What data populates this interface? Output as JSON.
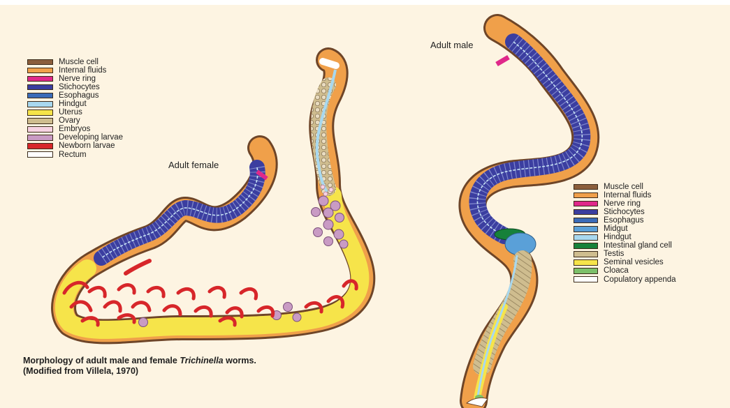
{
  "female_legend": [
    {
      "label": "Muscle cell",
      "color": "#8b5e3c"
    },
    {
      "label": "Internal fluids",
      "color": "#f0a04a"
    },
    {
      "label": "Nerve ring",
      "color": "#e0288a"
    },
    {
      "label": "Stichocytes",
      "color": "#3b3ea0"
    },
    {
      "label": "Esophagus",
      "color": "#3a6bb8"
    },
    {
      "label": "Hindgut",
      "color": "#a8d8ef"
    },
    {
      "label": "Uterus",
      "color": "#f6e44a"
    },
    {
      "label": "Ovary",
      "color": "#cfbd8f"
    },
    {
      "label": "Embryos",
      "color": "#f7d3e3"
    },
    {
      "label": "Developing larvae",
      "color": "#c99bc4"
    },
    {
      "label": "Newborn larvae",
      "color": "#d7262a"
    },
    {
      "label": "Rectum",
      "color": "#ffffff"
    }
  ],
  "male_legend": [
    {
      "label": "Muscle cell",
      "color": "#8b5e3c"
    },
    {
      "label": "Internal fluids",
      "color": "#f0a04a"
    },
    {
      "label": "Nerve ring",
      "color": "#e0288a"
    },
    {
      "label": "Stichocytes",
      "color": "#3b3ea0"
    },
    {
      "label": "Esophagus",
      "color": "#3a6bb8"
    },
    {
      "label": "Midgut",
      "color": "#5aa0d8"
    },
    {
      "label": "Hindgut",
      "color": "#a8d8ef"
    },
    {
      "label": "Intestinal gland cell",
      "color": "#16813a"
    },
    {
      "label": "Testis",
      "color": "#cfbd8f"
    },
    {
      "label": "Seminal vesicles",
      "color": "#f6e44a"
    },
    {
      "label": "Cloaca",
      "color": "#7cc06a"
    },
    {
      "label": "Copulatory appenda",
      "color": "#ffffff"
    }
  ],
  "labels": {
    "female": "Adult female",
    "male": "Adult male"
  },
  "caption": {
    "line1_before": "Morphology of adult male and female ",
    "line1_genus": "Trichinella",
    "line1_after": " worms.",
    "line2": "(Modified from Villela, 1970)"
  },
  "colors": {
    "background": "#fdf4e2",
    "muscle_outline": "#6e4528",
    "internal_fluids": "#f0a04a",
    "stichocytes": "#3b3ea0",
    "esophagus": "#3a6bb8",
    "hindgut": "#a8d8ef",
    "uterus": "#f6e44a",
    "ovary": "#cfbd8f",
    "developing_larvae": "#c99bc4",
    "newborn_larvae": "#d7262a",
    "nerve_ring": "#e0288a",
    "midgut": "#5aa0d8",
    "intestinal_gland_cell": "#16813a",
    "testis": "#cfbd8f",
    "seminal_vesicles": "#f6e44a"
  }
}
